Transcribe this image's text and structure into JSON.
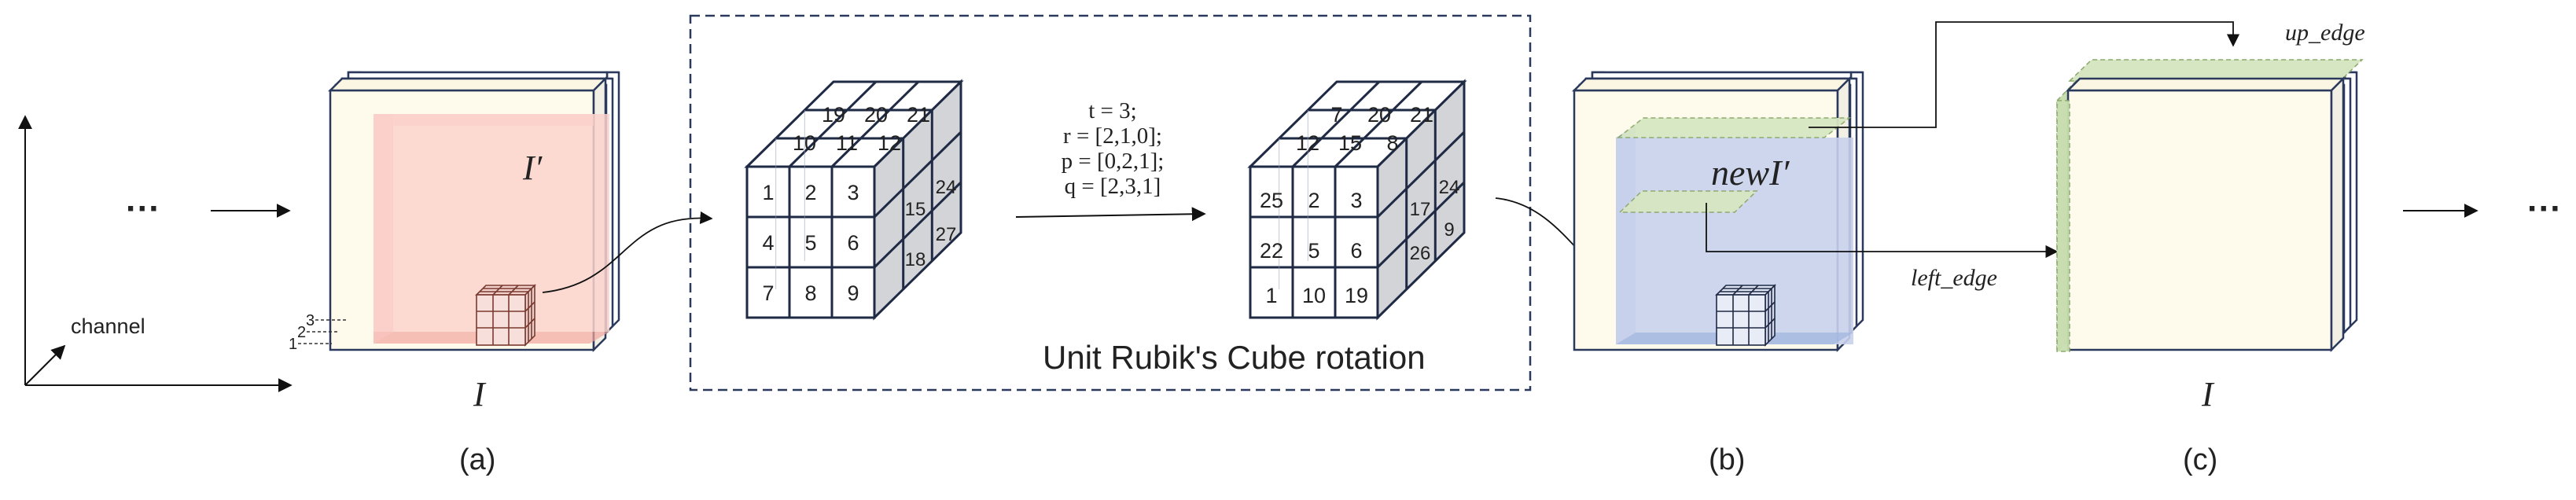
{
  "axis": {
    "label": "channel"
  },
  "ellipsis": {
    "left": "···",
    "right": "···"
  },
  "panel_a": {
    "sub_label": "I′",
    "main_label": "I",
    "layer_labels": [
      "1",
      "2",
      "3"
    ],
    "caption": "(a)"
  },
  "rubik": {
    "title": "Unit Rubik's Cube rotation",
    "params": [
      "t = 3;",
      "r = [2,1,0];",
      "p = [0,2,1];",
      "q = [2,3,1]"
    ],
    "before": {
      "front": [
        "1",
        "2",
        "3",
        "4",
        "5",
        "6",
        "7",
        "8",
        "9"
      ],
      "top_back": [
        "19",
        "20",
        "21"
      ],
      "top_mid": [
        "10",
        "11",
        "12"
      ],
      "side_front": [
        "15",
        "18"
      ],
      "side_back": [
        "24",
        "27"
      ]
    },
    "after": {
      "front": [
        "25",
        "2",
        "3",
        "22",
        "5",
        "6",
        "1",
        "10",
        "19"
      ],
      "top_back": [
        "7",
        "20",
        "21"
      ],
      "top_mid": [
        "12",
        "15",
        "8"
      ],
      "side_front": [
        "17",
        "26"
      ],
      "side_back": [
        "24",
        "9"
      ]
    }
  },
  "panel_b": {
    "label": "newI′",
    "caption": "(b)"
  },
  "panel_c": {
    "up_edge": "up_edge",
    "left_edge": "left_edge",
    "main_label": "I",
    "caption": "(c)"
  }
}
